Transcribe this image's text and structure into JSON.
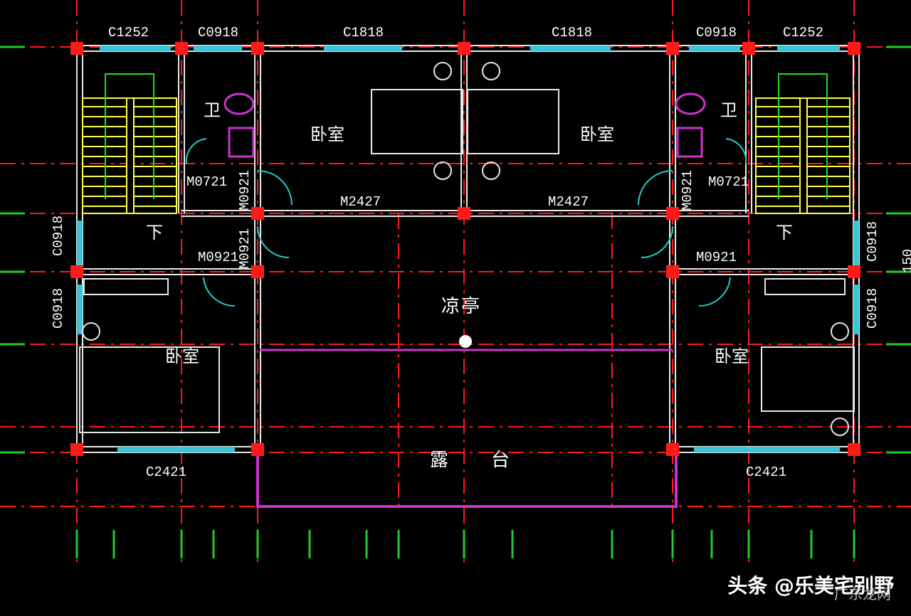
{
  "plan": {
    "colors": {
      "background": "#000000",
      "axis": "#ff1a1a",
      "wall": "#e8e8e8",
      "window": "#39c5d6",
      "stair": "#ffff44",
      "stair_arrow": "#22dd22",
      "door_swing": "#22cccc",
      "purple": "#cc33cc",
      "green_tick": "#22cc22"
    },
    "windows_top": [
      "C1252",
      "C0918",
      "C1818",
      "C1818",
      "C0918",
      "C1252"
    ],
    "windows_side": [
      "C0918",
      "C0918",
      "C0918",
      "C0918"
    ],
    "doors": [
      "M0721",
      "M0921",
      "M0921",
      "M0921",
      "M0921",
      "M0921",
      "M0721"
    ],
    "doors_main": [
      "M2427",
      "M2427"
    ],
    "windows_bottom": [
      "C2421",
      "C2421"
    ],
    "rooms": {
      "bath": "卫",
      "bedroom": "卧室",
      "pavilion": "凉亭",
      "terrace": "露台",
      "stair_down": "下"
    },
    "edge_number": "150"
  },
  "watermark": {
    "text": "头条 @乐美宅别野",
    "sub": "广东龙网"
  }
}
